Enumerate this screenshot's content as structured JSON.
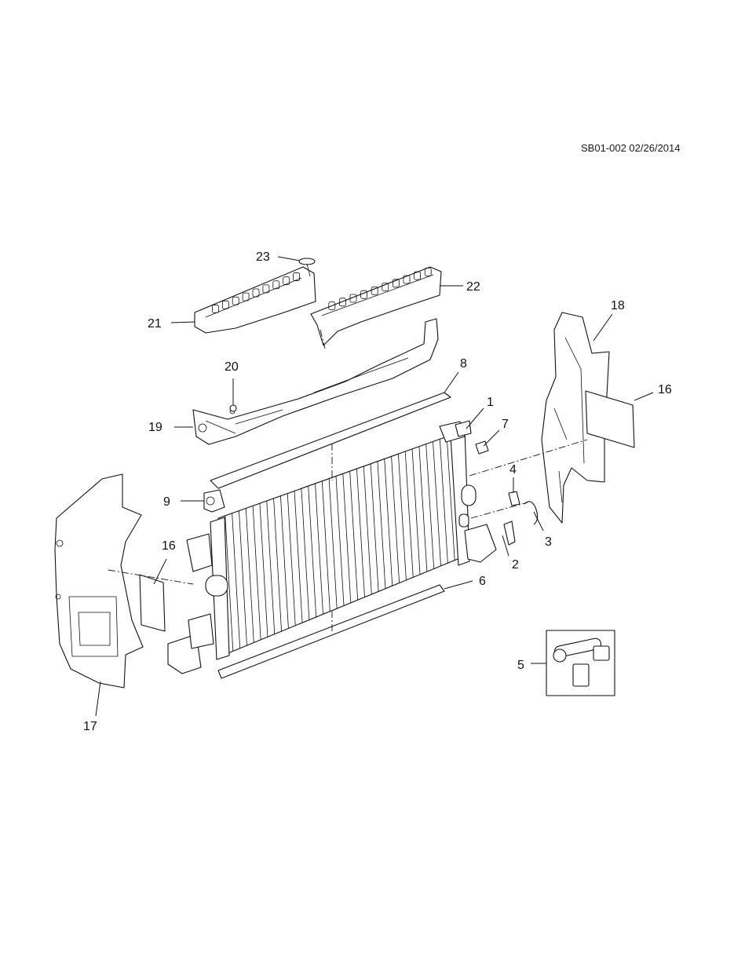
{
  "reference_code": "SB01-002 02/26/2014",
  "callouts": {
    "c1": "1",
    "c2": "2",
    "c3": "3",
    "c4": "4",
    "c5": "5",
    "c6": "6",
    "c7": "7",
    "c8": "8",
    "c9": "9",
    "c16a": "16",
    "c16b": "16",
    "c17": "17",
    "c18": "18",
    "c19": "19",
    "c20": "20",
    "c21": "21",
    "c22": "22",
    "c23": "23"
  }
}
